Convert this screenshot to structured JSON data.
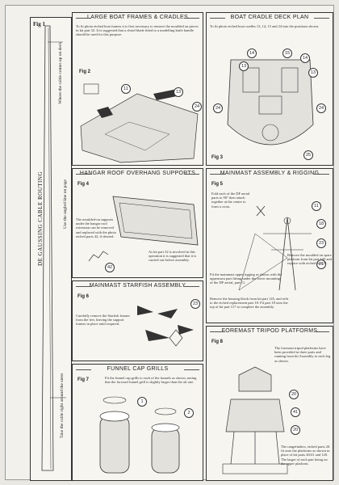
{
  "left_strip": {
    "fig": "Fig 1",
    "title": "DE GAUSSING CABLE ROUTING",
    "notes": [
      "Where the cable comes up on deck",
      "Use the angled line on page",
      "Take the cable right around the stern"
    ]
  },
  "panels": {
    "boat_frames": {
      "title": "LARGE BOAT FRAMES & CRADLES",
      "fig": "Fig 2",
      "text": "To fit photo etched boat frames it is first necessary to remove the moulded on pieces in kit part 32. It is suggested that a chisel blade fitted to a modelling knife handle should be used for this purpose.",
      "callouts": [
        "11",
        "13",
        "24"
      ]
    },
    "deck_plan": {
      "title": "BOAT CRADLE DECK PLAN",
      "fig": "Fig 3",
      "text": "To fit photo etched boat cradles 13, 14, 15 and 24 into the positions shown.",
      "callouts": [
        "14",
        "15",
        "14",
        "13",
        "13",
        "24",
        "24",
        "25"
      ]
    },
    "hangar": {
      "title": "HANGAR ROOF OVERHANG SUPPORTS",
      "fig": "Fig 4",
      "text": "The moulded-on supports under the hangar roof extension can be removed and replaced with the photo etched parts 42, if desired.",
      "text2": "As kit part 32 is involved in this operation it is suggested that it is carried out before assembly.",
      "callouts": [
        "42"
      ]
    },
    "mainmast": {
      "title": "MAINMAST ASSEMBLY & RIGGING",
      "fig": "Fig 5",
      "text": "Fold each of the DF aerial parts to 90° then attach together at the centre to form a cross.",
      "text2": "Fit the mainmast upper rigging as shown with the uppermost part fitting under the lower mounting of the DF aerial, part 11.",
      "text3": "Remove the moulded on spare platform from kit part 145 and replace with etched part 21.",
      "text4": "Remove the housing block from kit part 145, and refit to the etched replacement part 18. Fit part 18 onto the top of kit part 117 to complete the assembly.",
      "callouts": [
        "11",
        "18",
        "23",
        "21"
      ]
    },
    "starfish": {
      "title": "MAINMAST STARFISH ASSEMBLY",
      "fig": "Fig 6",
      "text": "Carefully remove the Starfish frames from the fret, leaving the support frames in place until required.",
      "callouts": [
        "23"
      ]
    },
    "funnel": {
      "title": "FUNNEL CAP GRILLS",
      "fig": "Fig 7",
      "text": "Fit the funnel cap grills to each of the funnels as shown, noting that the forward funnel grill is slightly larger than the aft one.",
      "callouts": [
        "1",
        "2"
      ]
    },
    "foremast": {
      "title": "FOREMAST TRIPOD PLATFORMS",
      "fig": "Fig 8",
      "text": "The foremast tripod platforms have been provided in three parts and running from kit Assembly to each leg as shown.",
      "text2": "The rangefinders, etched parts 20. fit onto the platforms as shown in place of kit parts 40/41 and 120. The larger of each pair being on the upper platform.",
      "callouts": [
        "20",
        "41",
        "20"
      ]
    }
  }
}
